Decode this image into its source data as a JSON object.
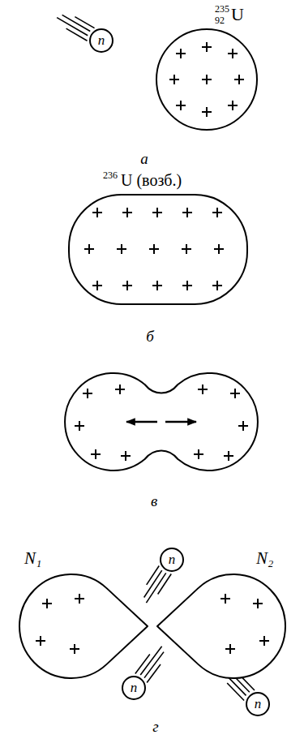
{
  "diagram": {
    "nodes": [
      {
        "text": [
          "n"
        ]
      },
      {
        "text": [
          "235",
          "92",
          "U"
        ]
      },
      {
        "text": [
          "236",
          "U (возб.)"
        ]
      },
      {
        "text": [
          "n"
        ]
      },
      {
        "text": [
          "N₁"
        ]
      },
      {
        "text": [
          "N₂"
        ]
      },
      {
        "text": [
          "n"
        ]
      },
      {
        "text": [
          "n"
        ]
      }
    ],
    "labels": [
      "а",
      "б",
      "в",
      "г"
    ]
  }
}
